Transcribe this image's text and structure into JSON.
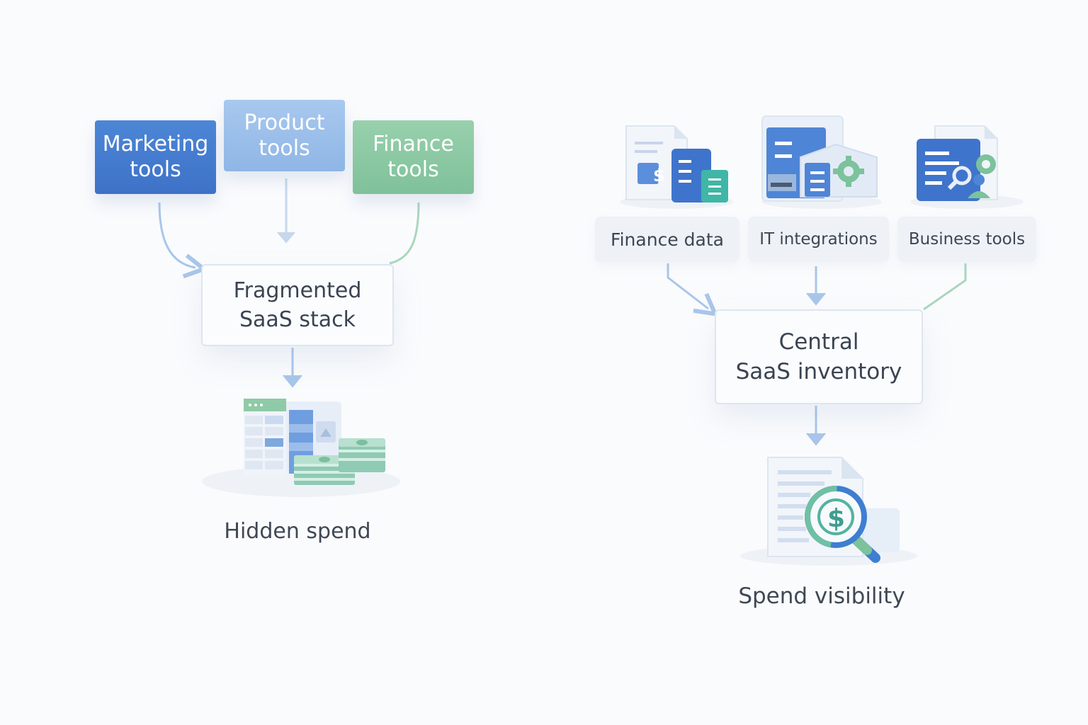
{
  "left": {
    "sources": [
      {
        "label": "Marketing\ntools"
      },
      {
        "label": "Product\ntools"
      },
      {
        "label": "Finance\ntools"
      }
    ],
    "hub_label": "Fragmented\nSaaS stack",
    "outcome_label": "Hidden spend"
  },
  "right": {
    "sources": [
      {
        "label": "Finance data"
      },
      {
        "label": "IT integrations"
      },
      {
        "label": "Business tools"
      }
    ],
    "hub_label": "Central\nSaaS inventory",
    "outcome_label": "Spend visibility"
  },
  "icons": {
    "finance_data": "finance-documents-icon",
    "it_integrations": "it-integration-icon",
    "business_tools": "business-tools-icon",
    "hidden_spend": "spreadsheet-and-cash-icon",
    "spend_visibility": "document-magnifier-dollar-icon"
  },
  "colors": {
    "marketing": "#4c86d6",
    "product": "#a8c8ee",
    "finance": "#7fc19a",
    "arrow_blue": "#a9c6ea",
    "arrow_green": "#a9d7bd",
    "text_dark": "#3a4452"
  }
}
